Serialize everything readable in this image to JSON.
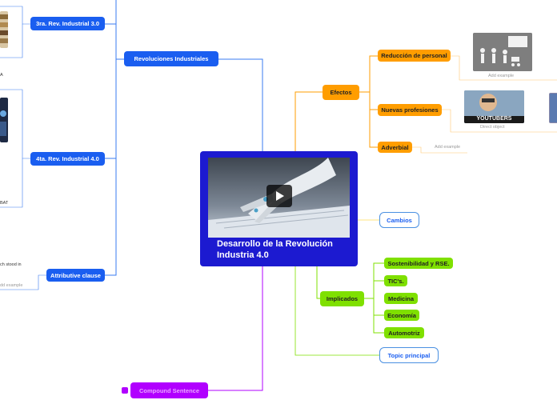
{
  "central": {
    "title": "Desarrollo de la Revolución Industria 4.0"
  },
  "left": {
    "revoluciones": "Revoluciones Industriales",
    "rev3": "3ra. Rev. Industrial 3.0",
    "rev4": "4ta. Rev. Industrial 4.0",
    "attributive": "Attributive clause",
    "snippet_bat": "BAT",
    "snippet_a": "A",
    "snippet_clause": "ch stood in",
    "add_example_left": "dd example"
  },
  "right": {
    "efectos": "Efectos",
    "reduccion": "Reducción de personal",
    "add_example_reduccion": "Add example",
    "nuevas": "Nuevas profesiones",
    "youtubers_caption": "YOUTUBERS",
    "direct_object": "Direct object",
    "adverbial": "Adverbial",
    "add_example_adverbial": "Add example",
    "cambios": "Cambios",
    "implicados": "Implicados",
    "sostenibilidad": "Sostenibilidad y RSE.",
    "tics": "TIC's.",
    "medicina": "Medicina",
    "economia": "Economía",
    "automotriz": "Automotriz",
    "topic_principal": "Topic principal"
  },
  "bottom": {
    "compound": "Compound Sentence"
  },
  "colors": {
    "blue": "#1a5ef0",
    "orange": "#ff9d00",
    "green": "#7fe000",
    "purple": "#b100ff",
    "central": "#1c1ad0"
  },
  "icons": {
    "play": "play-icon"
  }
}
